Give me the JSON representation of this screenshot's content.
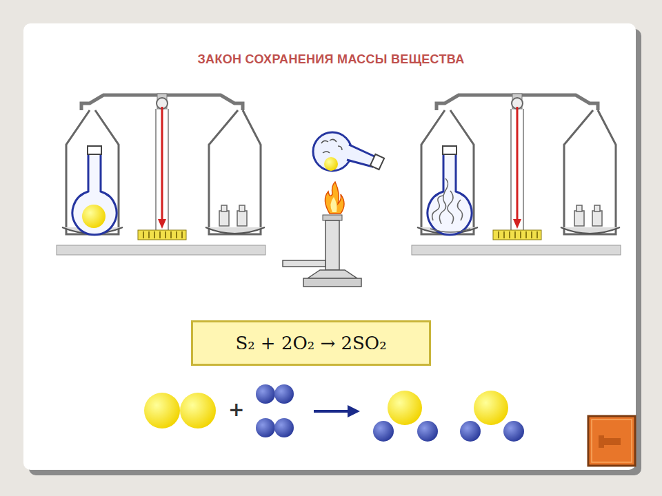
{
  "diagram": {
    "title": "ЗАКОН СОХРАНЕНИЯ МАССЫ ВЕЩЕСТВА",
    "nodes": [
      {
        "text": [
          "S₂ + 2O₂ → 2SO₂"
        ]
      }
    ],
    "labels": [
      "+"
    ]
  }
}
